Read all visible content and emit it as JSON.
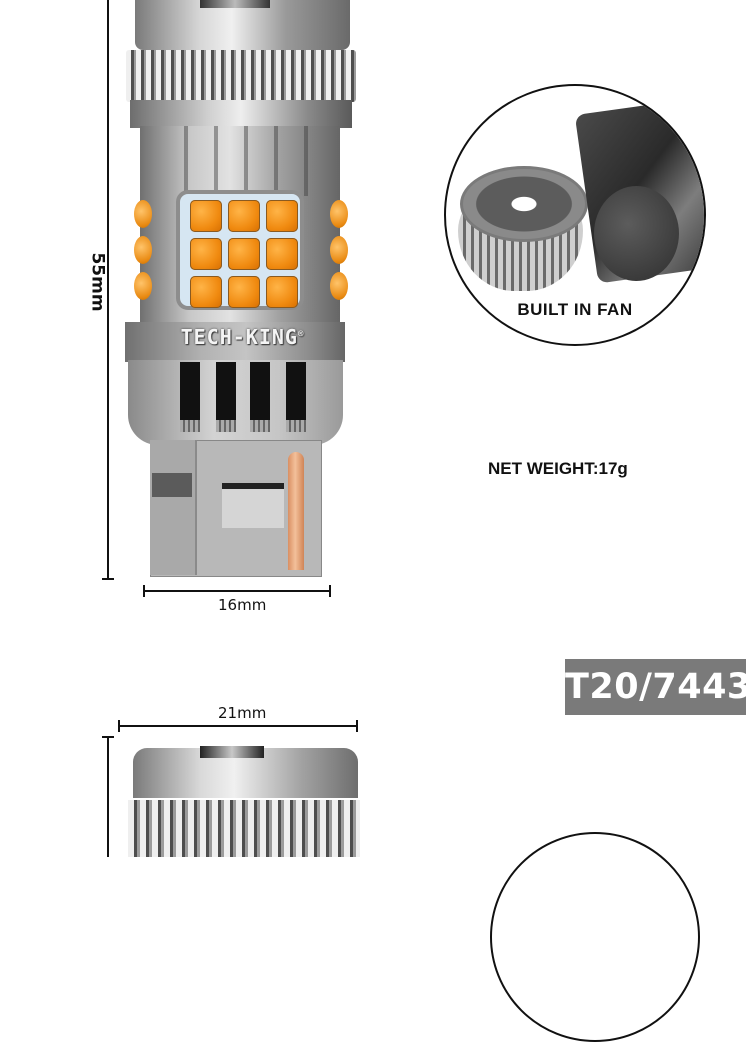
{
  "product": {
    "brand": "TECH-KING",
    "brand_mark": "®",
    "model": "T20/7443",
    "net_weight": "NET WEIGHT:17g",
    "feature_label": "BUILT IN FAN",
    "led_color": "#f08a10"
  },
  "dimensions": {
    "height": "55mm",
    "width_base": "16mm",
    "width_top": "21mm"
  },
  "colors": {
    "badge_bg": "#7a7a7a",
    "badge_text": "#ffffff",
    "text": "#111111"
  }
}
